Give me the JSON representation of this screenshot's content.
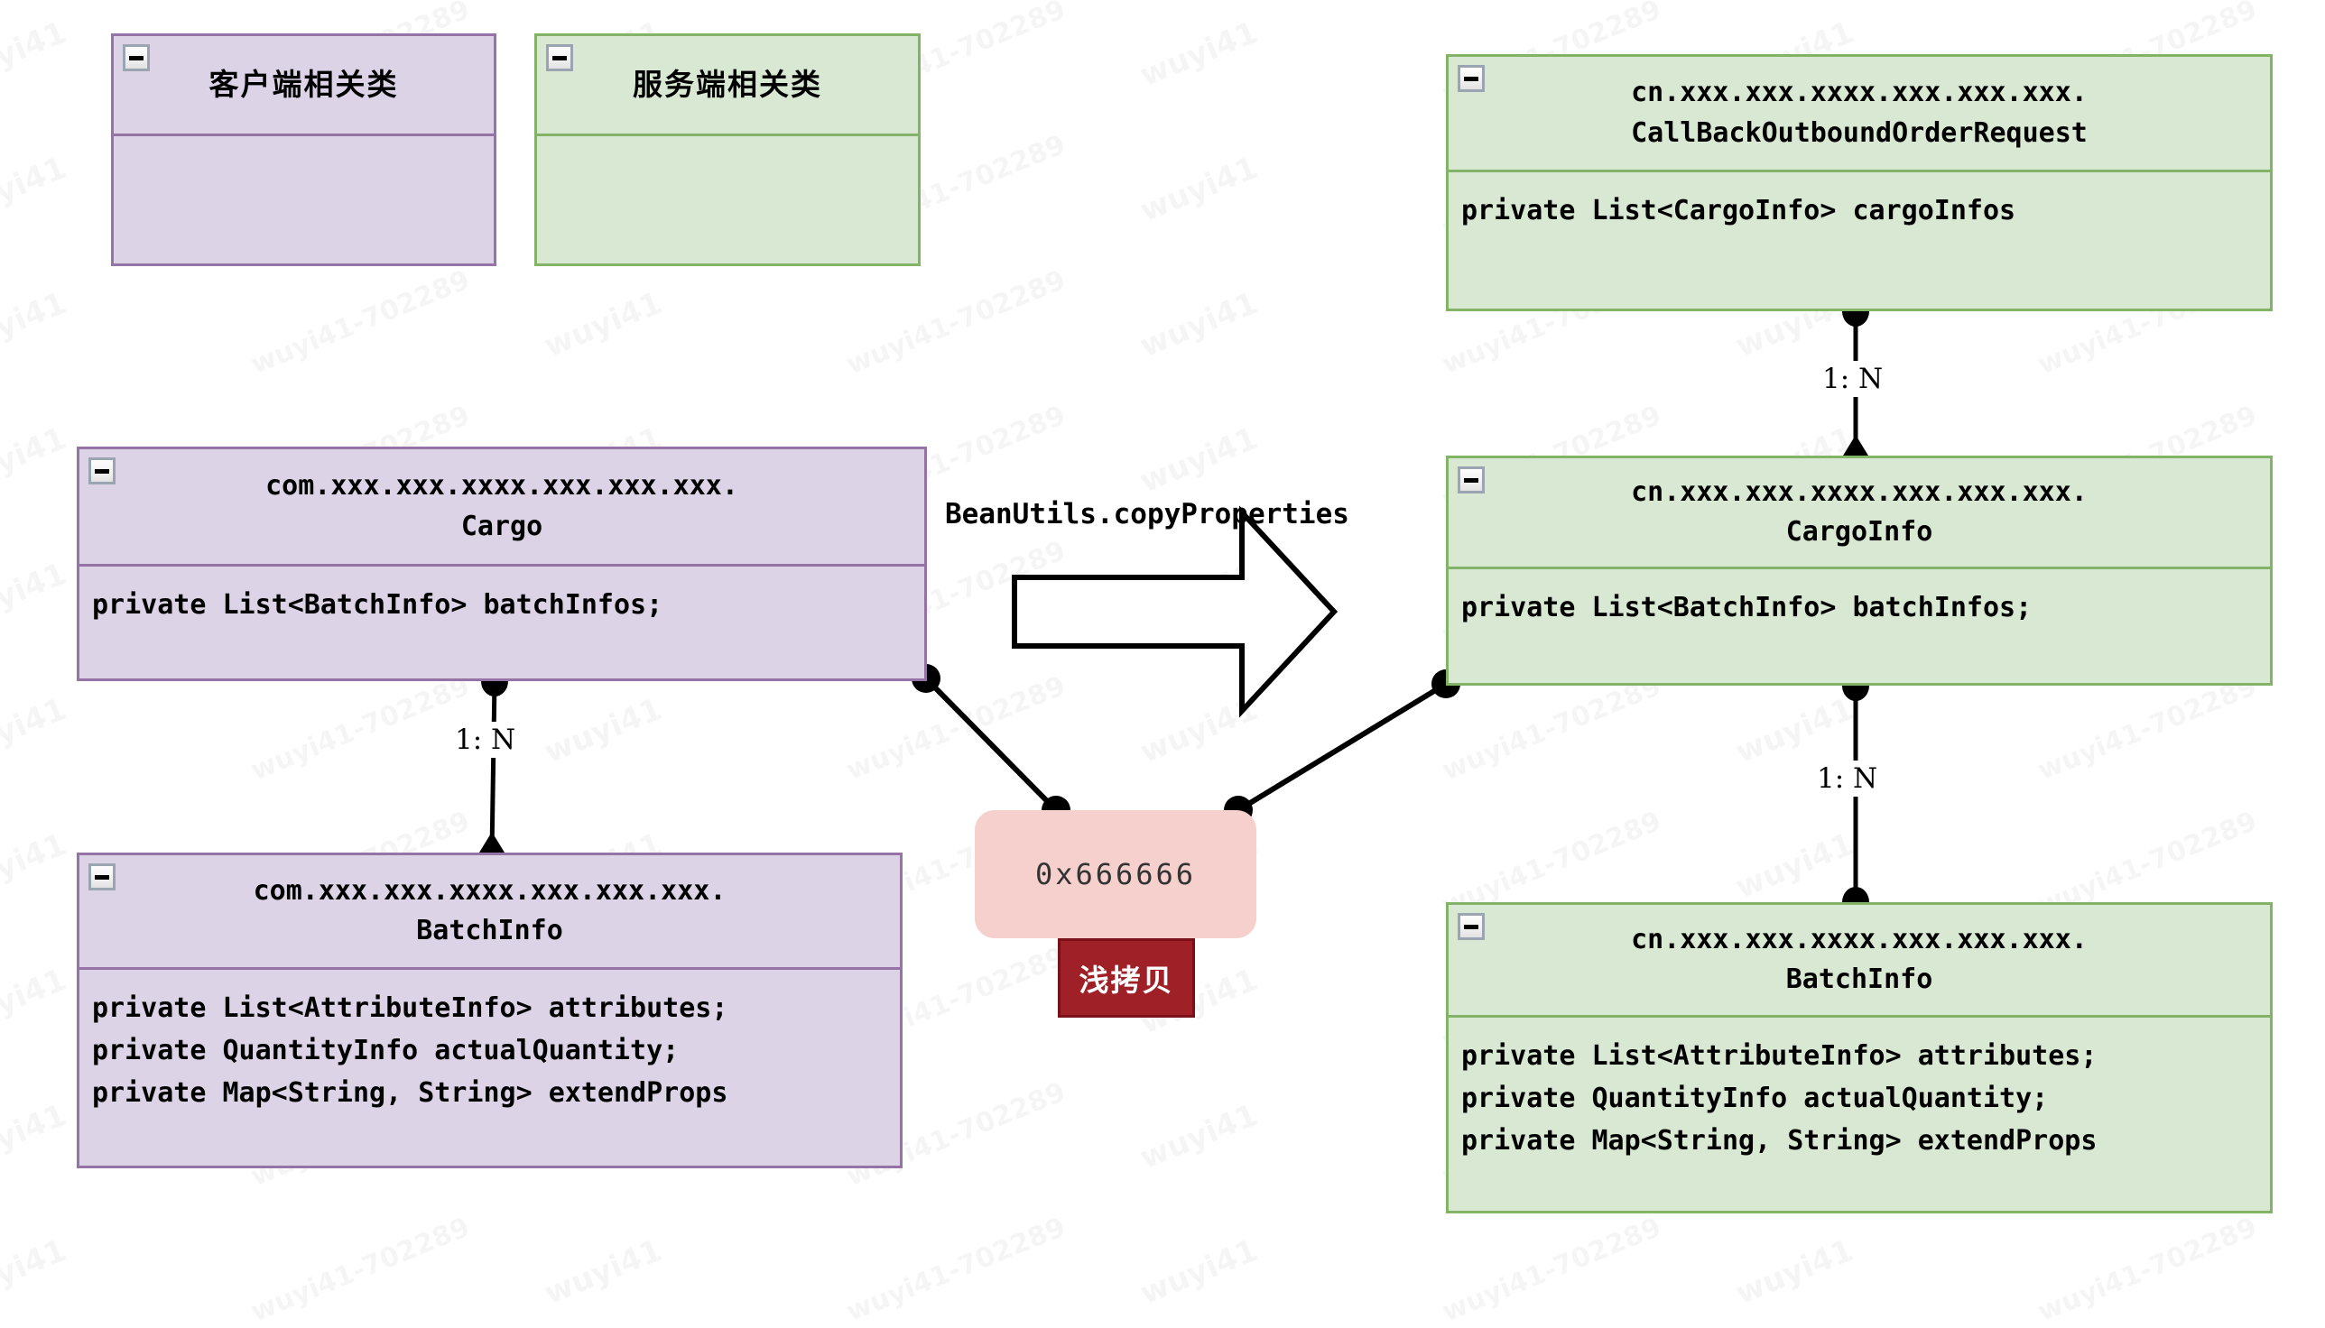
{
  "legend": {
    "client": {
      "title": "客户端相关类",
      "collapse_icon": "minus-icon"
    },
    "server": {
      "title": "服务端相关类",
      "collapse_icon": "minus-icon"
    }
  },
  "classes": {
    "callback_request": {
      "package": "cn.xxx.xxx.xxxx.xxx.xxx.xxx.",
      "name": "CallBackOutboundOrderRequest",
      "fields": [
        "private List<CargoInfo> cargoInfos"
      ]
    },
    "cargo": {
      "package": "com.xxx.xxx.xxxx.xxx.xxx.xxx.",
      "name": "Cargo",
      "fields": [
        "private List<BatchInfo> batchInfos;"
      ]
    },
    "cargo_info": {
      "package": "cn.xxx.xxx.xxxx.xxx.xxx.xxx.",
      "name": "CargoInfo",
      "fields": [
        "private List<BatchInfo> batchInfos;"
      ]
    },
    "batch_info_client": {
      "package": "com.xxx.xxx.xxxx.xxx.xxx.xxx.",
      "name": "BatchInfo",
      "fields": [
        "private List<AttributeInfo> attributes;",
        "private QuantityInfo actualQuantity;",
        "private Map<String, String> extendProps"
      ]
    },
    "batch_info_server": {
      "package": "cn.xxx.xxx.xxxx.xxx.xxx.xxx.",
      "name": "BatchInfo",
      "fields": [
        "private List<AttributeInfo> attributes;",
        "private QuantityInfo actualQuantity;",
        "private Map<String, String> extendProps"
      ]
    }
  },
  "transform": {
    "label": "BeanUtils.copyProperties",
    "arrow_icon": "block-arrow-right-icon"
  },
  "heap": {
    "address": "0x666666",
    "badge": "浅拷贝"
  },
  "multiplicity": {
    "request_to_cargoinfo": "1: N",
    "cargo_to_batchinfo": "1: N",
    "cargoinfo_to_batchinfo": "1: N"
  },
  "colors": {
    "client_fill": "#DDD3E7",
    "client_stroke": "#9673A6",
    "server_fill": "#D8E8D3",
    "server_stroke": "#82B366",
    "heap_fill": "#F5D0CC",
    "badge_fill": "#A02028",
    "edge_stroke": "#000000"
  },
  "watermarks": [
    "wuyi41",
    "wuyi41-702289"
  ]
}
